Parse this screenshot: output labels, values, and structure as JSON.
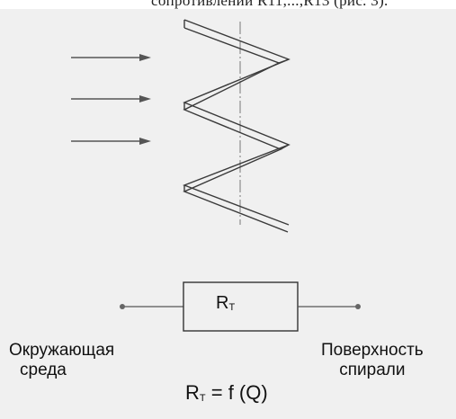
{
  "top_text": "сопротивлении R11,...,R13 (рис. 3).",
  "resistor": {
    "symbol": "R",
    "subscript": "T"
  },
  "labels": {
    "environment_line1": "Окружающая",
    "environment_line2": "среда",
    "surface_line1": "Поверхность",
    "surface_line2": "спирали"
  },
  "formula": {
    "lhs_symbol": "R",
    "lhs_subscript": "T",
    "rhs": " = f (Q)"
  },
  "colors": {
    "background": "#f0f0f0",
    "ink": "#333333",
    "arrow": "#555555",
    "terminal": "#666666"
  }
}
